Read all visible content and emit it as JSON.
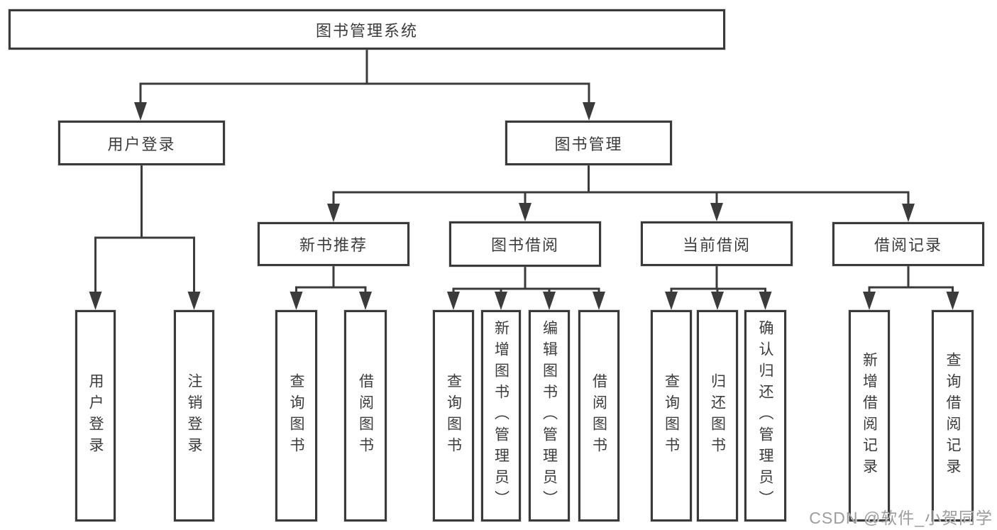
{
  "diagram": {
    "root": {
      "label": "图书管理系统"
    },
    "branches": [
      {
        "label": "用户登录",
        "children": [
          "用户登录",
          "注销登录"
        ]
      },
      {
        "label": "图书管理",
        "sections": [
          {
            "label": "新书推荐",
            "children": [
              "查询图书",
              "借阅图书"
            ]
          },
          {
            "label": "图书借阅",
            "children": [
              "查询图书",
              "新增图书（管理员）",
              "编辑图书（管理员）",
              "借阅图书"
            ]
          },
          {
            "label": "当前借阅",
            "children": [
              "查询图书",
              "归还图书",
              "确认归还（管理员）"
            ]
          },
          {
            "label": "借阅记录",
            "children": [
              "新增借阅记录",
              "查询借阅记录"
            ]
          }
        ]
      }
    ]
  },
  "watermark": {
    "text": "CSDN @软件_小贺同学",
    "color": "#9d9d9d"
  },
  "colors": {
    "line": "#3b3b3b",
    "border": "#3a3a3a",
    "text": "#3c3c3c",
    "background": "#ffffff"
  }
}
